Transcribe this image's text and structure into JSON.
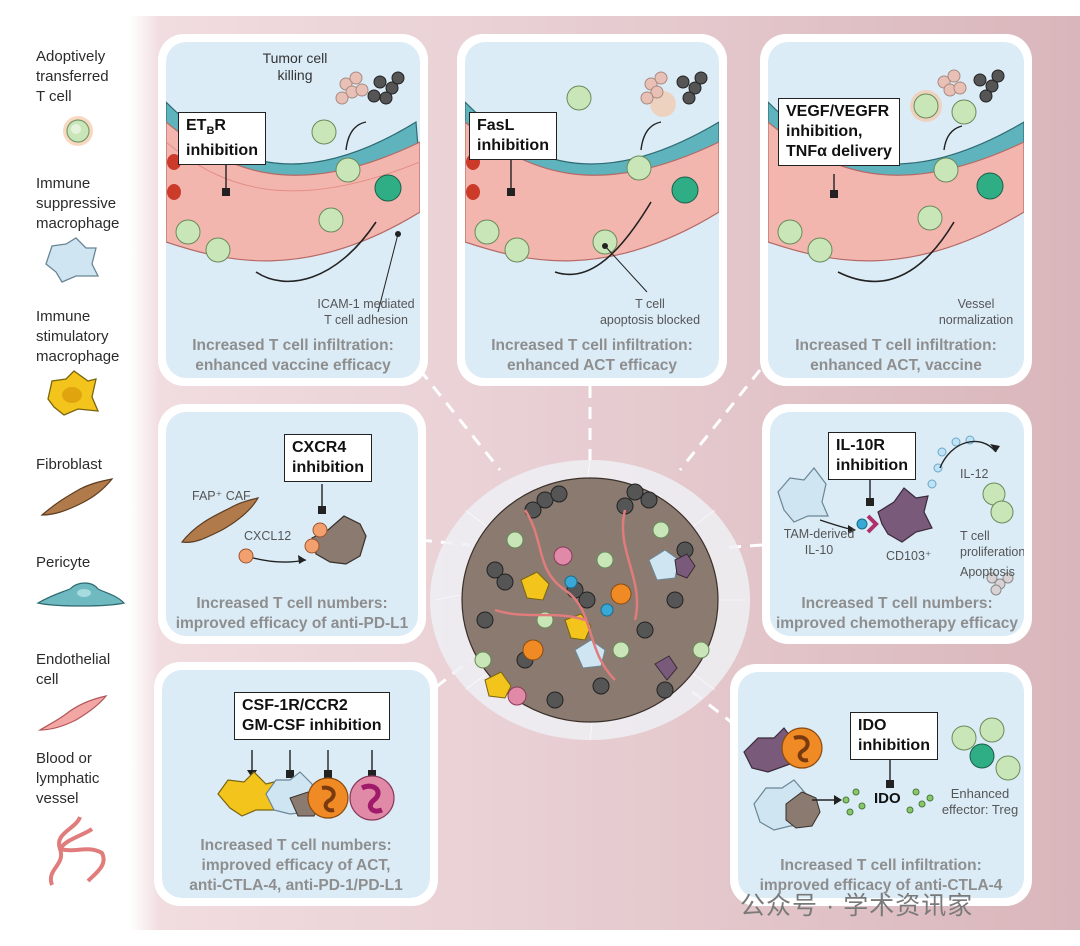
{
  "legend": [
    {
      "id": "t-cell",
      "label": "Adoptively transferred T cell",
      "lines": [
        "Adoptively",
        "transferred",
        "T cell"
      ]
    },
    {
      "id": "suppressive-macrophage",
      "label": "Immune suppressive macrophage",
      "lines": [
        "Immune",
        "suppressive",
        "macrophage"
      ]
    },
    {
      "id": "stimulatory-macrophage",
      "label": "Immune stimulatory macrophage",
      "lines": [
        "Immune",
        "stimulatory",
        "macrophage"
      ]
    },
    {
      "id": "fibroblast",
      "label": "Fibroblast",
      "lines": [
        "Fibroblast"
      ]
    },
    {
      "id": "pericyte",
      "label": "Pericyte",
      "lines": [
        "Pericyte"
      ]
    },
    {
      "id": "endothelial",
      "label": "Endothelial cell",
      "lines": [
        "Endothelial",
        "cell"
      ]
    },
    {
      "id": "vessel",
      "label": "Blood or lymphatic vessel",
      "lines": [
        "Blood or",
        "lymphatic",
        "vessel"
      ]
    }
  ],
  "panels": {
    "etbr": {
      "box": [
        "ET",
        "B",
        "R",
        "inhibition"
      ],
      "tumor_label": [
        "Tumor cell",
        "killing"
      ],
      "icam_label": [
        "ICAM-1 mediated",
        "T cell adhesion"
      ],
      "caption": [
        "Increased T cell infiltration:",
        "enhanced vaccine efficacy"
      ]
    },
    "fasl": {
      "box": [
        "FasL",
        "inhibition"
      ],
      "note": [
        "T cell",
        "apoptosis blocked"
      ],
      "caption": [
        "Increased T cell infiltration:",
        "enhanced ACT efficacy"
      ]
    },
    "vegf": {
      "box": [
        "VEGF/VEGFR",
        "inhibition,",
        "TNFα delivery"
      ],
      "note": [
        "Vessel",
        "normalization"
      ],
      "caption": [
        "Increased T cell infiltration:",
        "enhanced ACT, vaccine"
      ]
    },
    "cxcr4": {
      "box": [
        "CXCR4",
        "inhibition"
      ],
      "fap": "FAP⁺ CAF",
      "cxcl12": "CXCL12",
      "caption": [
        "Increased T cell numbers:",
        "improved efficacy of anti-PD-L1"
      ]
    },
    "il10r": {
      "box": [
        "IL-10R",
        "inhibition"
      ],
      "il12": "IL-12",
      "tam": [
        "TAM-derived",
        "IL-10"
      ],
      "cd103": "CD103⁺",
      "prolif": [
        "T cell",
        "proliferation"
      ],
      "apoptosis": "Apoptosis",
      "caption": [
        "Increased T cell numbers:",
        "improved chemotherapy efficacy"
      ]
    },
    "csf1r": {
      "box": [
        "CSF-1R/CCR2",
        "GM-CSF inhibition"
      ],
      "caption": [
        "Increased T cell numbers:",
        "improved efficacy of ACT,",
        "anti-CTLA-4, anti-PD-1/PD-L1"
      ]
    },
    "ido": {
      "box": [
        "IDO",
        "inhibition"
      ],
      "ido_label": "IDO",
      "note": [
        "Enhanced",
        "effector: Treg"
      ],
      "caption": [
        "Increased T cell infiltration:",
        "improved efficacy of anti-CTLA-4"
      ]
    }
  },
  "watermark": "公众号 · 学术资讯家",
  "colors": {
    "panel_bg": "#dbecf7",
    "caption": "#8e8e8e",
    "vessel": "#f2b1ac",
    "pericyte": "#6fb9c0",
    "t_cell": "#c9e6b8"
  }
}
